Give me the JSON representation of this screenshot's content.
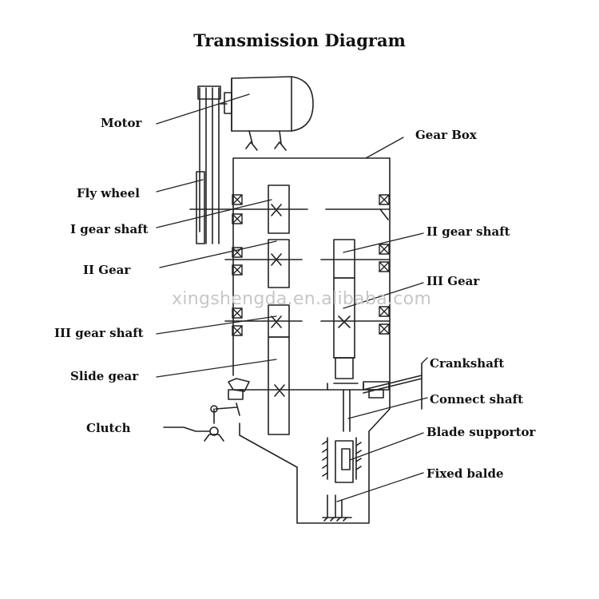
{
  "title": "Transmission Diagram",
  "watermark": "xingshengda.en.alibaba.com",
  "labels": {
    "motor": "Motor",
    "fly_wheel": "Fly wheel",
    "gear_shaft_1": "I gear shaft",
    "gear_2": "II Gear",
    "gear_shaft_3": "III  gear shaft",
    "slide_gear": "Slide gear",
    "clutch": "Clutch",
    "gear_box": "Gear Box",
    "gear_shaft_2": "II gear shaft",
    "gear_3": "III Gear",
    "crankshaft": "Crankshaft",
    "connect_shaft": "Connect shaft",
    "blade_supportor": "Blade supportor",
    "fixed_blade": "Fixed balde"
  }
}
